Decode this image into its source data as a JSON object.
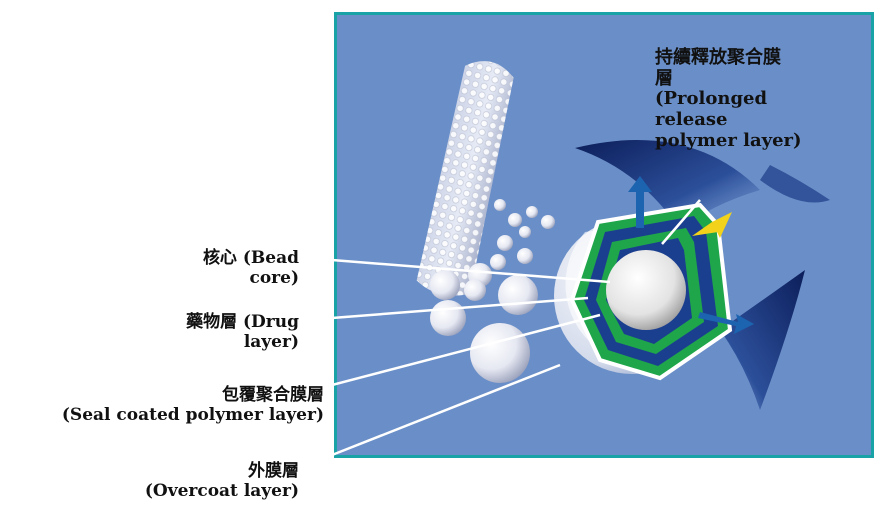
{
  "labels": {
    "bead_core": {
      "zh": "核心 (Bead",
      "en": "core)"
    },
    "drug_layer": {
      "zh": "藥物層 (Drug",
      "en": "layer)"
    },
    "seal_layer": {
      "zh": "包覆聚合膜層",
      "en": "(Seal coated polymer layer)"
    },
    "overcoat_layer": {
      "zh": "外膜層",
      "en": "(Overcoat layer)"
    },
    "prolonged_layer": {
      "zh1": "持續釋放聚合膜",
      "zh2": "層",
      "en1": "(Prolonged",
      "en2": "release",
      "en3": "polymer layer)"
    }
  },
  "colors": {
    "panel_bg": "#6a8fc8",
    "panel_border": "#19a3a6",
    "green_layer": "#1fa64a",
    "blue_layer": "#1b3f8f",
    "arrow_yellow": "#f2d21a",
    "label_text": "#111111"
  }
}
